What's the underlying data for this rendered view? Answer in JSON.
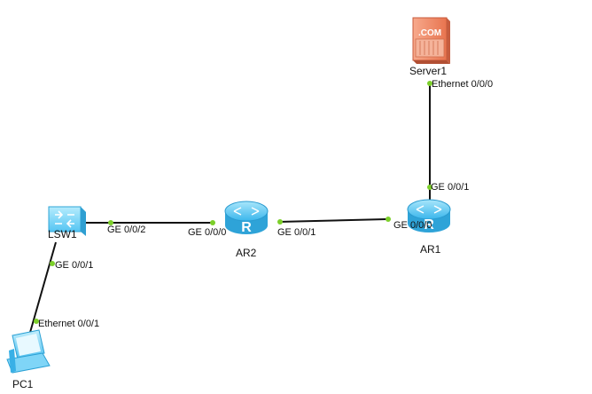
{
  "topology": {
    "devices": {
      "server": {
        "name": "Server1",
        "icon": "com-server-icon",
        "badge": ".COM"
      },
      "ar1": {
        "name": "AR1",
        "icon": "router-icon"
      },
      "ar2": {
        "name": "AR2",
        "icon": "router-icon"
      },
      "lsw1": {
        "name": "LSW1",
        "icon": "switch-icon"
      },
      "pc1": {
        "name": "PC1",
        "icon": "pc-icon"
      }
    },
    "ports": {
      "server_eth": "Ethernet 0/0/0",
      "ar1_ge001": "GE 0/0/1",
      "ar1_ge000": "GE 0/0/0",
      "ar2_ge001": "GE 0/0/1",
      "ar2_ge000": "GE 0/0/0",
      "lsw1_ge002": "GE 0/0/2",
      "lsw1_ge001": "GE 0/0/1",
      "pc1_eth": "Ethernet 0/0/1"
    },
    "colors": {
      "link": "#111111",
      "port_dot": "#7ccf2a",
      "router": "#5cc7f2",
      "server": "#f08a6a",
      "switch": "#6ed0f6",
      "pc": "#62c8f4"
    }
  }
}
